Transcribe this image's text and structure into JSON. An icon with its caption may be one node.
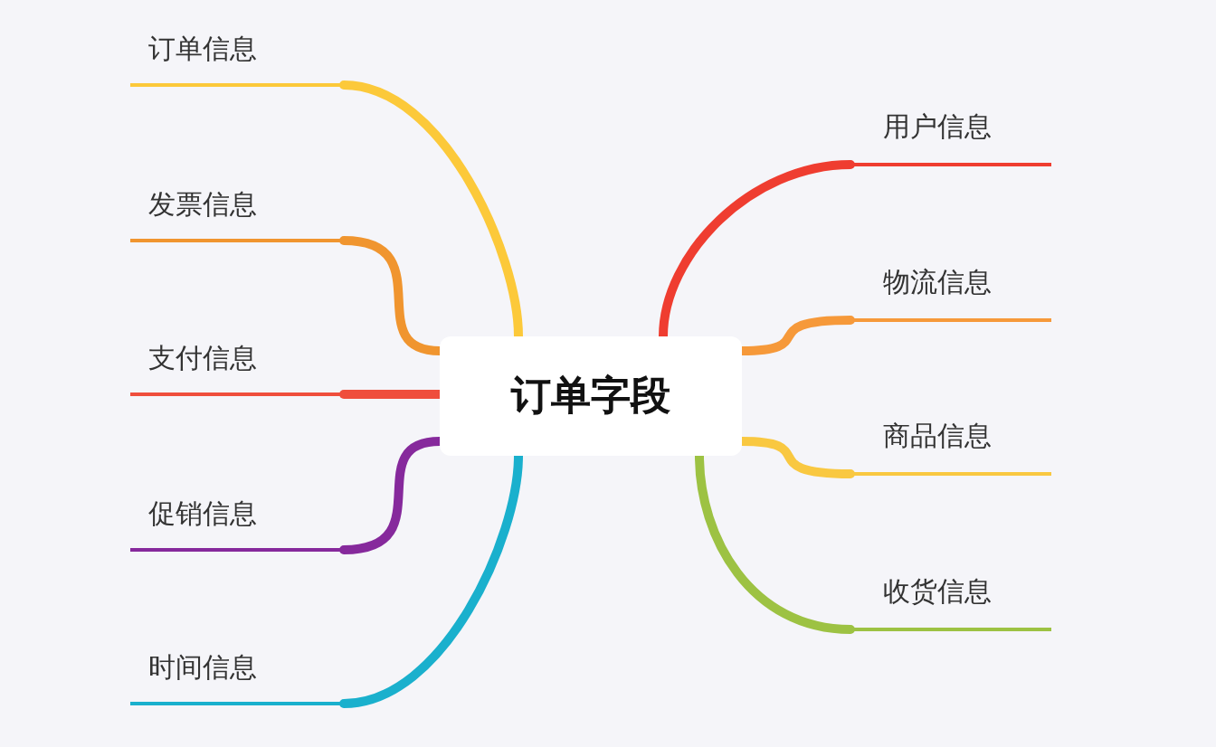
{
  "diagram": {
    "nodes": [
      {
        "text": [
          "订单字段"
        ]
      },
      {
        "text": [
          "订单信息"
        ]
      },
      {
        "text": [
          "发票信息"
        ]
      },
      {
        "text": [
          "支付信息"
        ]
      },
      {
        "text": [
          "促销信息"
        ]
      },
      {
        "text": [
          "时间信息"
        ]
      },
      {
        "text": [
          "用户信息"
        ]
      },
      {
        "text": [
          "物流信息"
        ]
      },
      {
        "text": [
          "商品信息"
        ]
      },
      {
        "text": [
          "收货信息"
        ]
      }
    ],
    "edges": [
      {
        "from": 0,
        "to": 1,
        "arrow": "none",
        "color": "#fcc93a"
      },
      {
        "from": 0,
        "to": 2,
        "arrow": "none",
        "color": "#f0952f"
      },
      {
        "from": 0,
        "to": 3,
        "arrow": "none",
        "color": "#ef4e3c"
      },
      {
        "from": 0,
        "to": 4,
        "arrow": "none",
        "color": "#86299c"
      },
      {
        "from": 0,
        "to": 5,
        "arrow": "none",
        "color": "#1ab0cd"
      },
      {
        "from": 0,
        "to": 6,
        "arrow": "none",
        "color": "#ef3d30"
      },
      {
        "from": 0,
        "to": 7,
        "arrow": "none",
        "color": "#f6993a"
      },
      {
        "from": 0,
        "to": 8,
        "arrow": "none",
        "color": "#f9c841"
      },
      {
        "from": 0,
        "to": 9,
        "arrow": "none",
        "color": "#9dc243"
      }
    ]
  }
}
